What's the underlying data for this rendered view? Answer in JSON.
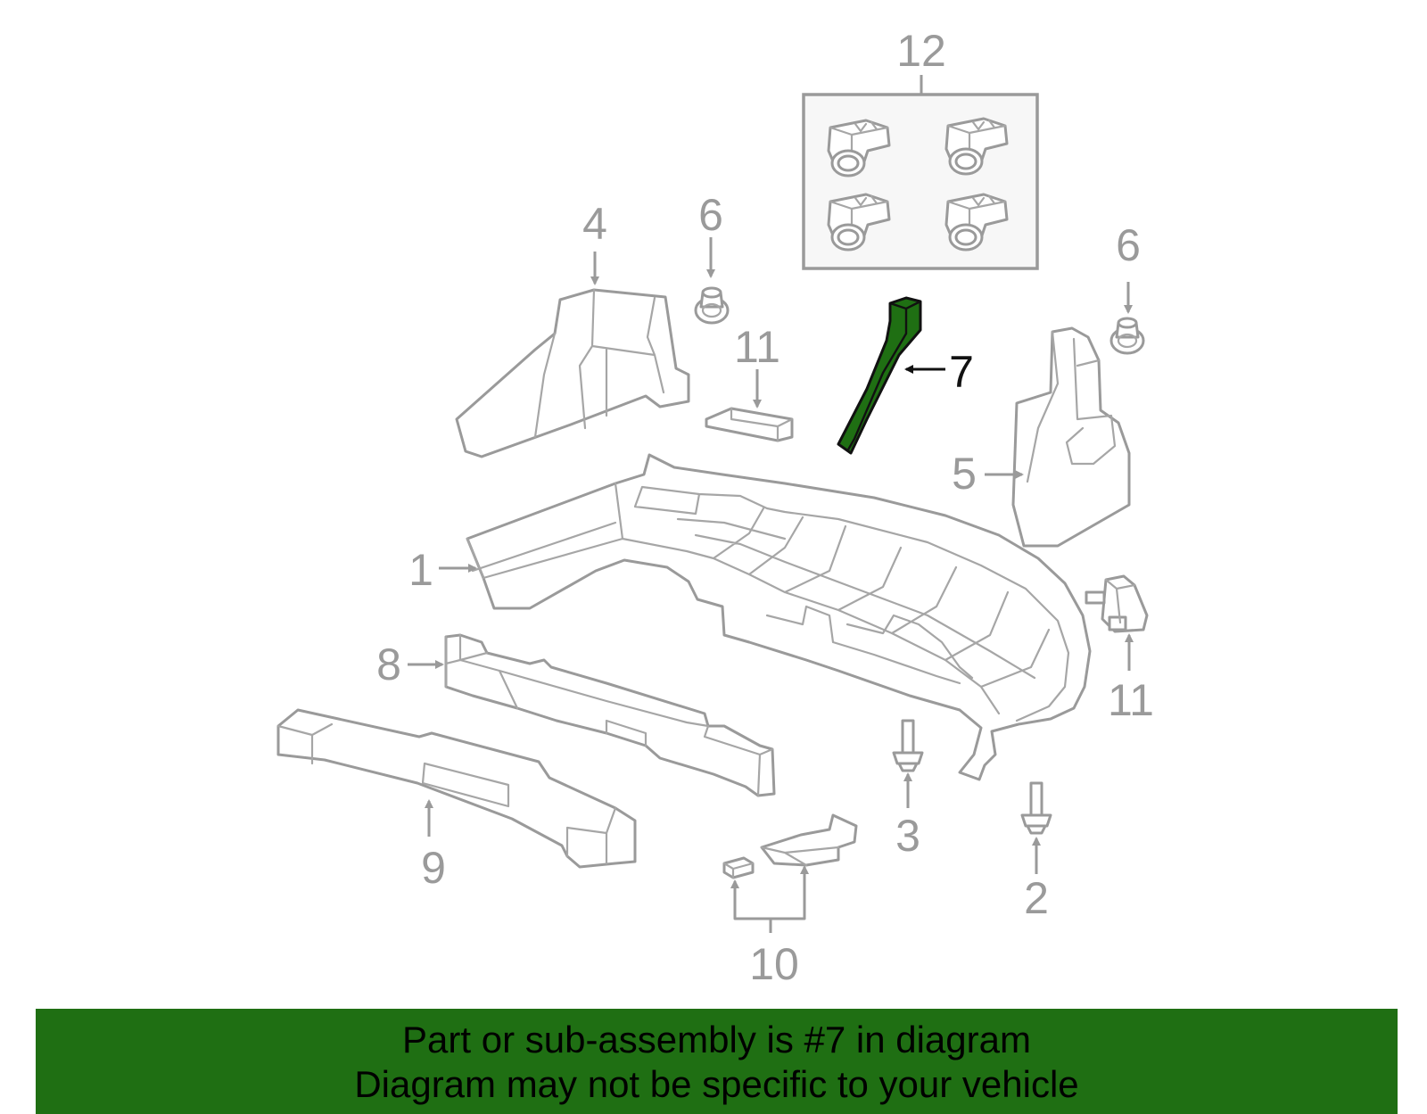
{
  "diagram": {
    "callouts": {
      "c1": "1",
      "c2": "2",
      "c3": "3",
      "c4": "4",
      "c5": "5",
      "c6a": "6",
      "c6b": "6",
      "c7": "7",
      "c8": "8",
      "c9": "9",
      "c10": "10",
      "c11a": "11",
      "c11b": "11",
      "c12": "12"
    },
    "highlighted_part": "7",
    "highlight_color": "#1f6f13",
    "line_color": "#9a9a9a"
  },
  "banner": {
    "line1": "Part or sub-assembly is #7 in diagram",
    "line2": "Diagram may not be specific to your vehicle",
    "color": "#1f6f13"
  }
}
